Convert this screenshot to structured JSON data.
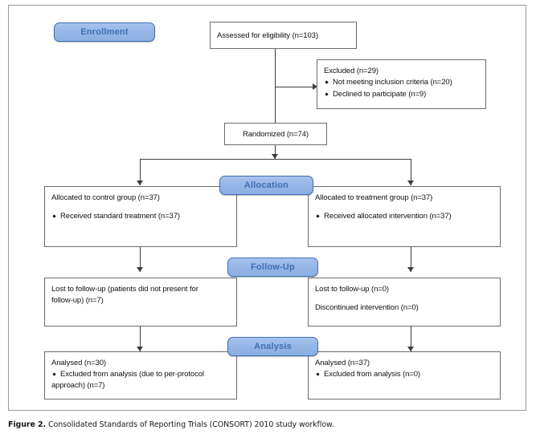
{
  "figure": {
    "caption_label": "Figure 2.",
    "caption_text": "Consolidated Standards of Reporting Trials (CONSORT) 2010 study workflow."
  },
  "colors": {
    "badge_fill": "#93b4e6",
    "badge_border": "#3f6fb5",
    "badge_text": "#3f6fb5",
    "box_border": "#6b6b6b",
    "connector": "#3d3d3d",
    "frame_border": "#9a9a9a",
    "page_background": "#ffffff"
  },
  "stages": {
    "enrollment": "Enrollment",
    "allocation": "Allocation",
    "followup": "Follow-Up",
    "analysis": "Analysis"
  },
  "nodes": {
    "assessed": {
      "text": "Assessed for eligibility (n=103)"
    },
    "excluded": {
      "title": "Excluded  (n=29)",
      "bullets": [
        "Not meeting inclusion criteria (n=20)",
        "Declined to participate (n=9)"
      ]
    },
    "randomized": {
      "text": "Randomized (n=74)"
    },
    "allocated_control": {
      "title": "Allocated to control group (n=37)",
      "bullets": [
        "Received standard treatment (n=37)"
      ]
    },
    "allocated_treatment": {
      "title": "Allocated to treatment group (n=37)",
      "bullets": [
        "Received allocated intervention (n=37)"
      ]
    },
    "followup_control": {
      "line1": "Lost to follow-up (patients did not present for",
      "line2": "follow-up) (n=7)"
    },
    "followup_treatment": {
      "line1": "Lost to follow-up (n=0)",
      "line2": "Discontinued intervention (n=0)"
    },
    "analysis_control": {
      "title": "Analysed  (n=30)",
      "bullet1": "Excluded from analysis (due to per-protocol",
      "bullet1_cont": "approach) (n=7)"
    },
    "analysis_treatment": {
      "title": "Analysed  (n=37)",
      "bullets": [
        "Excluded from analysis (n=0)"
      ]
    }
  },
  "chart_data": {
    "type": "diagram",
    "title": "CONSORT 2010 study workflow",
    "stages": [
      "Enrollment",
      "Allocation",
      "Follow-Up",
      "Analysis"
    ],
    "nodes": [
      {
        "id": "assessed",
        "stage": "Enrollment",
        "label": "Assessed for eligibility",
        "n": 103
      },
      {
        "id": "excluded",
        "stage": "Enrollment",
        "label": "Excluded",
        "n": 29,
        "children": [
          {
            "label": "Not meeting inclusion criteria",
            "n": 20
          },
          {
            "label": "Declined to participate",
            "n": 9
          }
        ]
      },
      {
        "id": "randomized",
        "stage": "Enrollment",
        "label": "Randomized",
        "n": 74
      },
      {
        "id": "allocated_control",
        "stage": "Allocation",
        "arm": "control",
        "label": "Allocated to control group",
        "n": 37,
        "children": [
          {
            "label": "Received standard treatment",
            "n": 37
          }
        ]
      },
      {
        "id": "allocated_treatment",
        "stage": "Allocation",
        "arm": "treatment",
        "label": "Allocated to treatment group",
        "n": 37,
        "children": [
          {
            "label": "Received allocated intervention",
            "n": 37
          }
        ]
      },
      {
        "id": "followup_control",
        "stage": "Follow-Up",
        "arm": "control",
        "label": "Lost to follow-up (patients did not present for follow-up)",
        "n": 7
      },
      {
        "id": "followup_treatment",
        "stage": "Follow-Up",
        "arm": "treatment",
        "label": "Lost to follow-up",
        "n": 0,
        "children": [
          {
            "label": "Discontinued intervention",
            "n": 0
          }
        ]
      },
      {
        "id": "analysis_control",
        "stage": "Analysis",
        "arm": "control",
        "label": "Analysed",
        "n": 30,
        "children": [
          {
            "label": "Excluded from analysis (due to per-protocol approach)",
            "n": 7
          }
        ]
      },
      {
        "id": "analysis_treatment",
        "stage": "Analysis",
        "arm": "treatment",
        "label": "Analysed",
        "n": 37,
        "children": [
          {
            "label": "Excluded from analysis",
            "n": 0
          }
        ]
      }
    ],
    "edges": [
      {
        "from": "assessed",
        "to": "excluded"
      },
      {
        "from": "assessed",
        "to": "randomized"
      },
      {
        "from": "randomized",
        "to": "allocated_control"
      },
      {
        "from": "randomized",
        "to": "allocated_treatment"
      },
      {
        "from": "allocated_control",
        "to": "followup_control"
      },
      {
        "from": "allocated_treatment",
        "to": "followup_treatment"
      },
      {
        "from": "followup_control",
        "to": "analysis_control"
      },
      {
        "from": "followup_treatment",
        "to": "analysis_treatment"
      }
    ]
  }
}
